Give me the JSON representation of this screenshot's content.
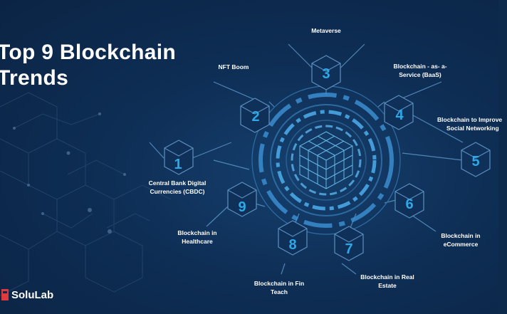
{
  "title_line1": "Top 9 Blockchain",
  "title_line2": "Trends",
  "brand": "SoluLab",
  "accent_color": "#2fa8e6",
  "trends": [
    {
      "num": "1",
      "label_lines": [
        "Central Bank Digital",
        "Currencies (CBDC)"
      ]
    },
    {
      "num": "2",
      "label_lines": [
        "NFT Boom"
      ]
    },
    {
      "num": "3",
      "label_lines": [
        "Metaverse"
      ]
    },
    {
      "num": "4",
      "label_lines": [
        "Blockchain - as- a-",
        "Service (BaaS)"
      ]
    },
    {
      "num": "5",
      "label_lines": [
        "Blockchain to Improve",
        "Social Networking"
      ]
    },
    {
      "num": "6",
      "label_lines": [
        "Blockchain in",
        "eCommerce"
      ]
    },
    {
      "num": "7",
      "label_lines": [
        "Blockchain in Real",
        "Estate"
      ]
    },
    {
      "num": "8",
      "label_lines": [
        "Blockchain in Fin",
        "Teach"
      ]
    },
    {
      "num": "9",
      "label_lines": [
        "Blockchain in",
        "Healthcare"
      ]
    }
  ]
}
